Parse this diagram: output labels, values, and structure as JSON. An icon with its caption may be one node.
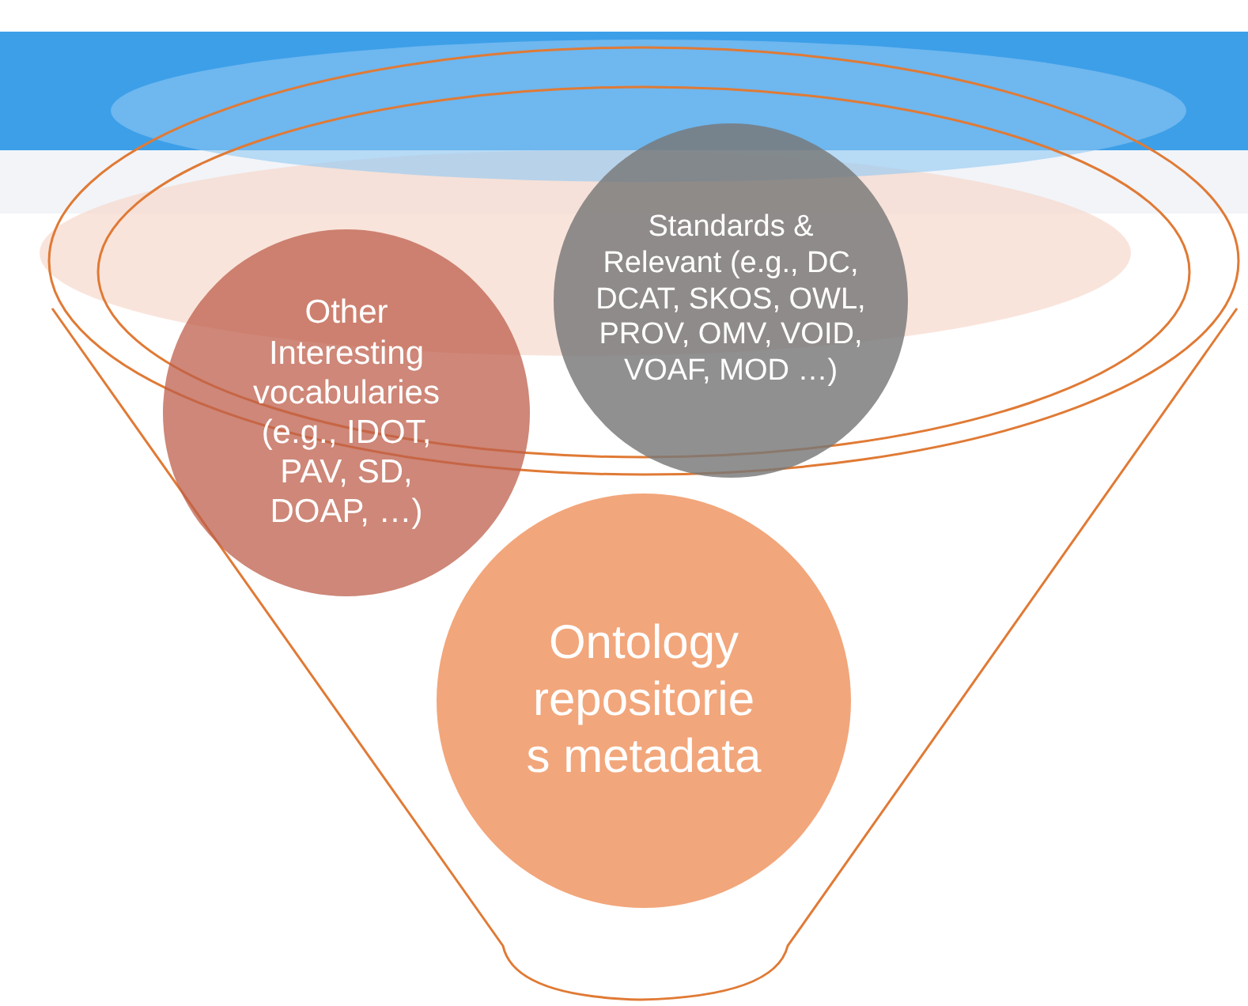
{
  "diagram": {
    "nodes": [
      {
        "text": [
          "Other Interesting vocabularies (e.g., IDOT, PAV, SD, DOAP, …)"
        ]
      },
      {
        "text": [
          "Standards & Relevant (e.g., DC, DCAT, SKOS, OWL, PROV, OMV, VOID, VOAF, MOD …)"
        ]
      },
      {
        "text": [
          "Ontology repositories metadata"
        ]
      }
    ]
  }
}
